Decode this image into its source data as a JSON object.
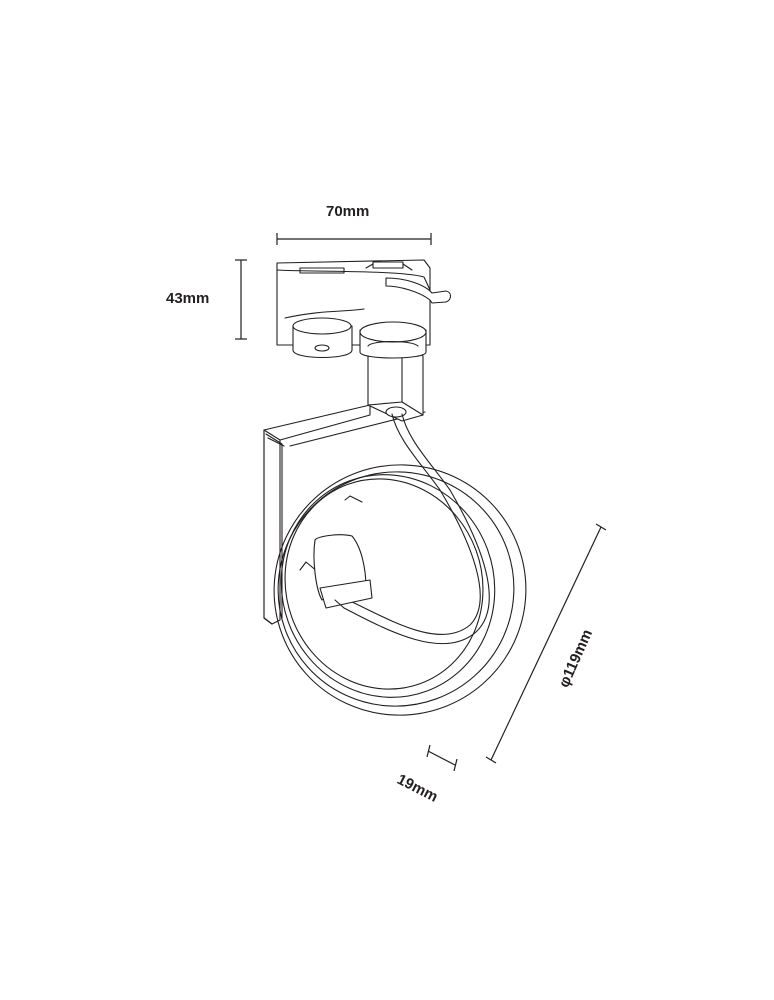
{
  "diagram": {
    "subject": "Track spotlight fixture dimensional drawing",
    "line_color": "#231f20",
    "background": "#ffffff",
    "dimensions": {
      "width": {
        "label": "70mm",
        "orientation": "horizontal"
      },
      "height": {
        "label": "43mm",
        "orientation": "vertical"
      },
      "diameter": {
        "label": "φ119mm",
        "orientation": "diagonal"
      },
      "depth": {
        "label": "19mm",
        "orientation": "diagonal"
      }
    },
    "parts": [
      "track-adapter",
      "rotary-knobs",
      "vertical-arm",
      "bracket-plate",
      "lamp-ring",
      "lamp-holder",
      "cable"
    ]
  }
}
